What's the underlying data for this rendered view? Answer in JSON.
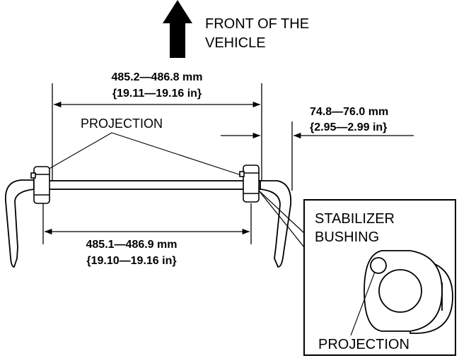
{
  "front": {
    "line1": "FRONT OF THE",
    "line2": "VEHICLE"
  },
  "dim_top": {
    "line1": "485.2—486.8 mm",
    "line2": "{19.11—19.16 in}"
  },
  "dim_right": {
    "line1": "74.8—76.0 mm",
    "line2": "{2.95—2.99 in}"
  },
  "dim_bottom": {
    "line1": "485.1—486.9 mm",
    "line2": "{19.10—19.16 in}"
  },
  "projection_label": "PROJECTION",
  "detail": {
    "title_line1": "STABILIZER",
    "title_line2": "BUSHING",
    "projection_label": "PROJECTION"
  }
}
